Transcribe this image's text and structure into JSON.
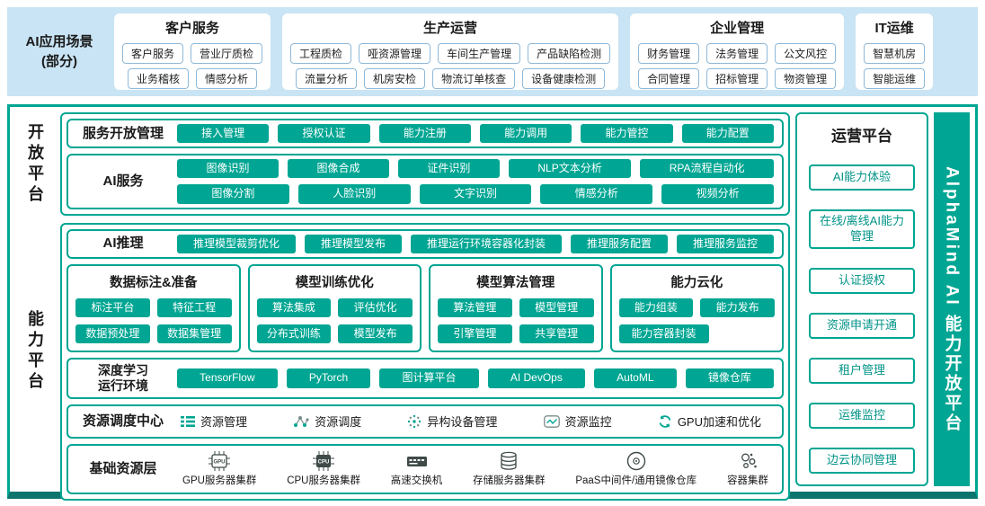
{
  "banner": {
    "label_line1": "AI应用场景",
    "label_line2": "(部分)",
    "groups": [
      {
        "title": "客户服务",
        "rows": [
          [
            "客户服务",
            "营业厅质检"
          ],
          [
            "业务稽核",
            "情感分析"
          ]
        ]
      },
      {
        "title": "生产运营",
        "rows": [
          [
            "工程质检",
            "哑资源管理",
            "车间生产管理",
            "产品缺陷检测"
          ],
          [
            "流量分析",
            "机房安检",
            "物流订单核查",
            "设备健康检测"
          ]
        ]
      },
      {
        "title": "企业管理",
        "rows": [
          [
            "财务管理",
            "法务管理",
            "公文风控"
          ],
          [
            "合同管理",
            "招标管理",
            "物资管理"
          ]
        ]
      },
      {
        "title": "IT运维",
        "rows": [
          [
            "智慧机房"
          ],
          [
            "智能运维"
          ]
        ]
      }
    ]
  },
  "open_platform": {
    "side_label": "开放平台",
    "service_mgmt": {
      "label": "服务开放管理",
      "buttons": [
        "接入管理",
        "授权认证",
        "能力注册",
        "能力调用",
        "能力管控",
        "能力配置"
      ]
    },
    "ai_services": {
      "label": "AI服务",
      "row1": [
        "图像识别",
        "图像合成",
        "证件识别",
        "NLP文本分析",
        "RPA流程自动化"
      ],
      "row2": [
        "图像分割",
        "人脸识别",
        "文字识别",
        "情感分析",
        "视频分析"
      ]
    }
  },
  "capability_platform": {
    "side_label": "能力平台",
    "ai_inference": {
      "label": "AI推理",
      "buttons": [
        "推理模型裁剪优化",
        "推理模型发布",
        "推理运行环境容器化封装",
        "推理服务配置",
        "推理服务监控"
      ]
    },
    "columns": [
      {
        "title": "数据标注&准备",
        "buttons": [
          "标注平台",
          "特征工程",
          "数据预处理",
          "数据集管理"
        ]
      },
      {
        "title": "模型训练优化",
        "buttons": [
          "算法集成",
          "评估优化",
          "分布式训练",
          "模型发布"
        ]
      },
      {
        "title": "模型算法管理",
        "buttons": [
          "算法管理",
          "模型管理",
          "引擎管理",
          "共享管理"
        ]
      },
      {
        "title": "能力云化",
        "buttons": [
          "能力组装",
          "能力发布",
          "能力容器封装"
        ]
      }
    ],
    "dl_env": {
      "label_line1": "深度学习",
      "label_line2": "运行环境",
      "buttons": [
        "TensorFlow",
        "PyTorch",
        "图计算平台",
        "AI DevOps",
        "AutoML",
        "镜像仓库"
      ]
    },
    "scheduler": {
      "label": "资源调度中心",
      "items": [
        {
          "icon": "list-icon",
          "text": "资源管理"
        },
        {
          "icon": "network-icon",
          "text": "资源调度"
        },
        {
          "icon": "device-cluster-icon",
          "text": "异构设备管理"
        },
        {
          "icon": "monitor-chart-icon",
          "text": "资源监控"
        },
        {
          "icon": "refresh-icon",
          "text": "GPU加速和优化"
        }
      ]
    },
    "base_layer": {
      "label": "基础资源层",
      "items": [
        {
          "icon": "gpu-chip-icon",
          "text": "GPU服务器集群"
        },
        {
          "icon": "cpu-chip-icon",
          "text": "CPU服务器集群"
        },
        {
          "icon": "switch-icon",
          "text": "高速交换机"
        },
        {
          "icon": "storage-icon",
          "text": "存储服务器集群"
        },
        {
          "icon": "disc-icon",
          "text": "PaaS中间件/通用镜像仓库"
        },
        {
          "icon": "container-cluster-icon",
          "text": "容器集群"
        }
      ]
    }
  },
  "ops_panel": {
    "title": "运营平台",
    "buttons": [
      "AI能力体验",
      "在线/离线AI能力管理",
      "认证授权",
      "资源申请开通",
      "租户管理",
      "运维监控",
      "边云协同管理"
    ]
  },
  "brand_bar": {
    "title": "AlphaMind AI 能力开放平台"
  },
  "colors": {
    "teal": "#00A693",
    "dark_teal": "#0C756D",
    "banner_bg": "#C9E4F4",
    "chip_border": "#8FB9D8"
  }
}
